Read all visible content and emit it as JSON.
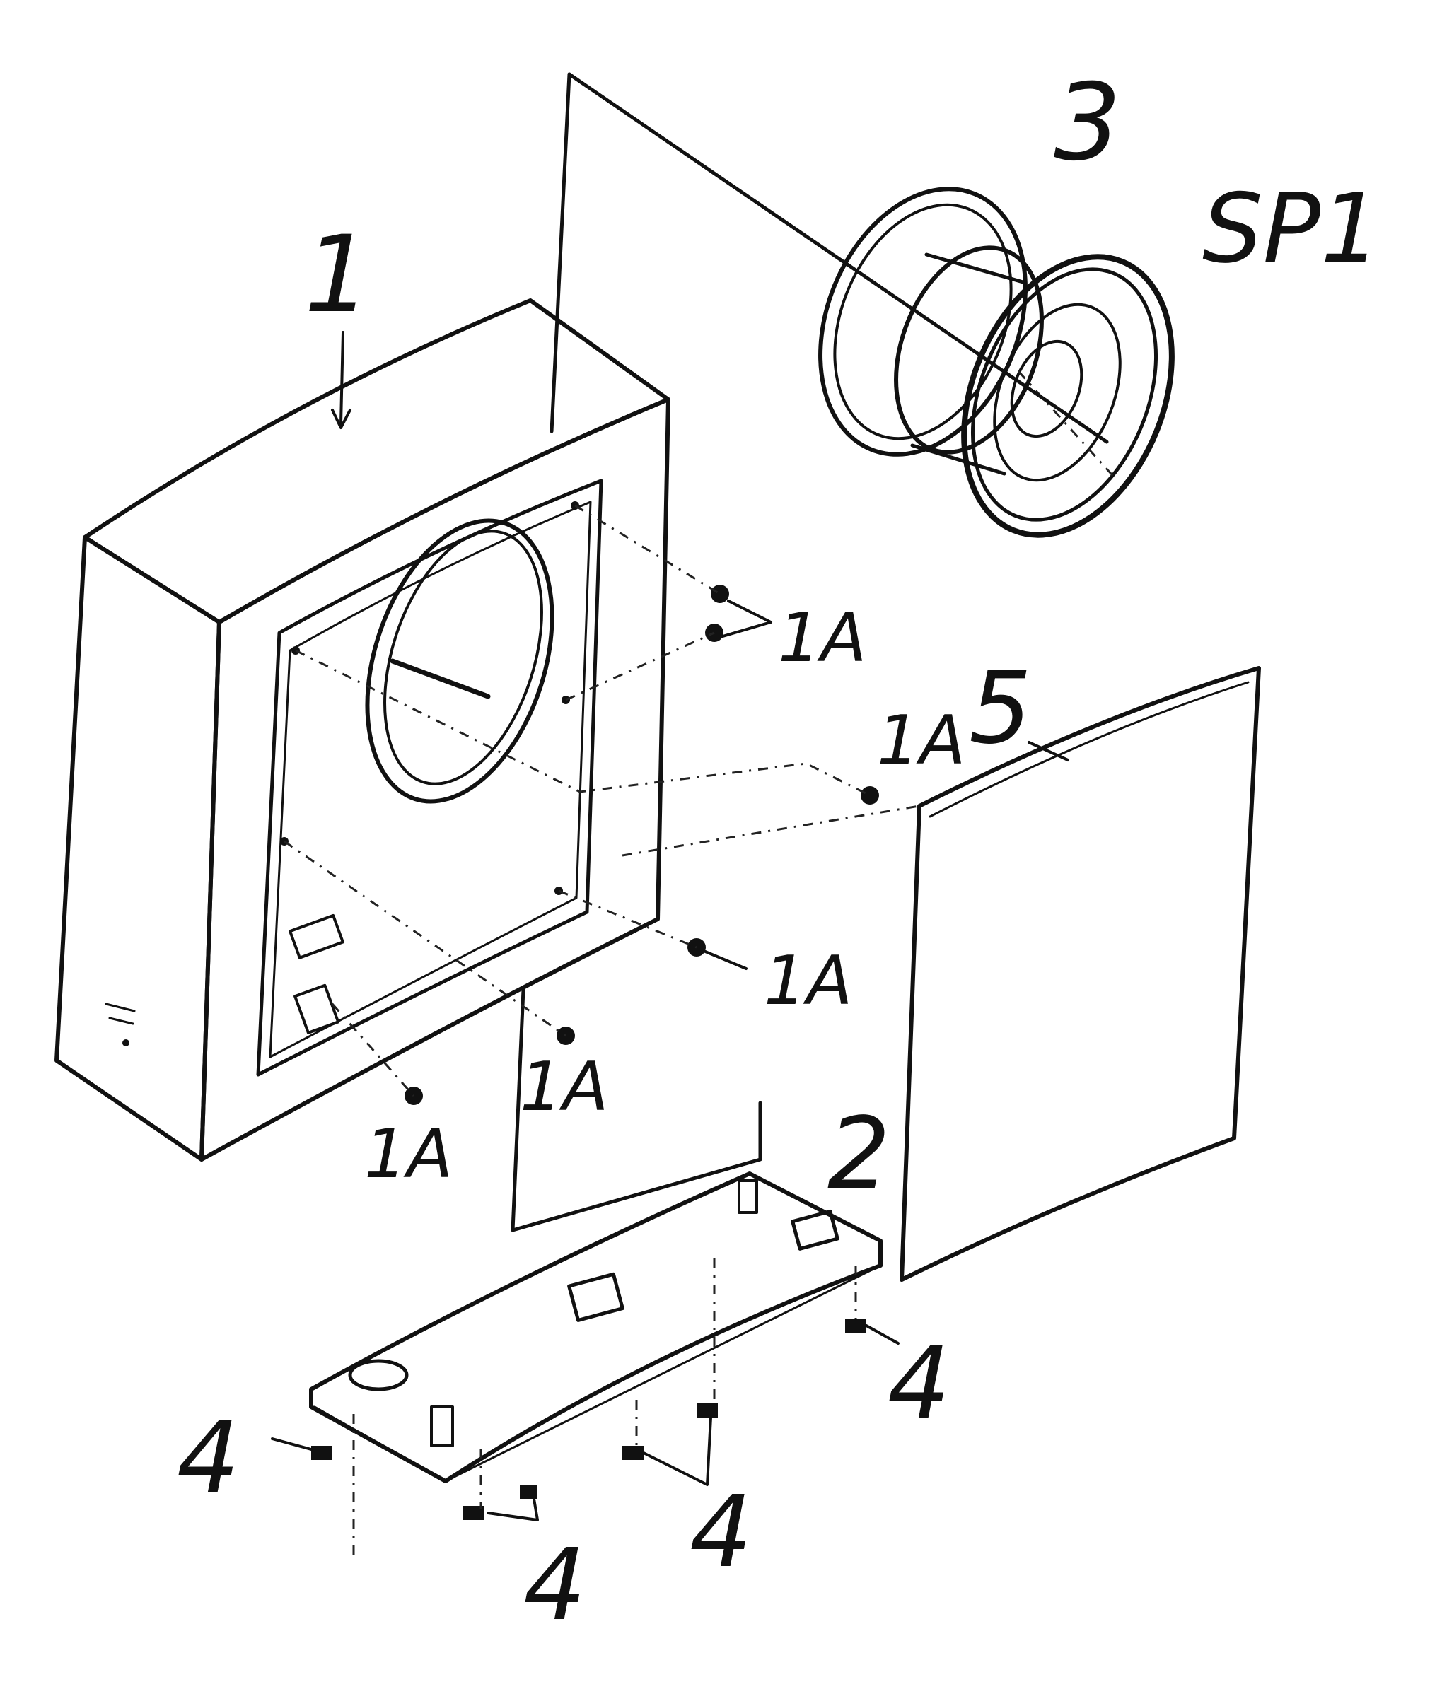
{
  "diagram": {
    "labels": {
      "cabinet": "1",
      "base": "2",
      "gasket": "3",
      "speaker": "SP1",
      "panel": "5",
      "screws": "1A",
      "feet": "4"
    }
  }
}
